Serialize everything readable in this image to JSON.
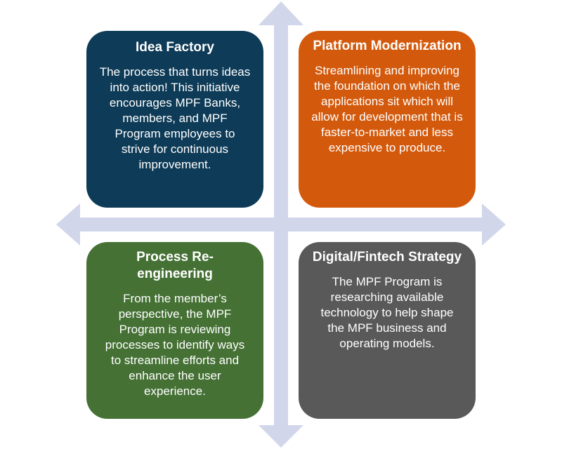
{
  "colors": {
    "axis": "#d2d6ea",
    "idea_factory": "#0e3b57",
    "platform_modernization": "#d35a0d",
    "process_reengineering": "#457135",
    "digital_fintech": "#595959",
    "text": "#ffffff"
  },
  "quadrants": {
    "idea_factory": {
      "title": "Idea Factory",
      "body": "The process that turns ideas into action! This initiative encourages MPF Banks, members, and MPF Program employees to strive for continuous improvement."
    },
    "platform_modernization": {
      "title": "Platform Modernization",
      "body": "Streamlining and improving the foundation on which the applications sit which will allow for development that is faster-to-market and less expensive to produce."
    },
    "process_reengineering": {
      "title": "Process Re-engineering",
      "body": "From the member’s perspective, the MPF Program is reviewing processes to identify ways to streamline efforts and enhance the user experience."
    },
    "digital_fintech": {
      "title": "Digital/Fintech Strategy",
      "body": "The MPF Program is researching available technology to help shape the MPF business and operating models."
    }
  }
}
